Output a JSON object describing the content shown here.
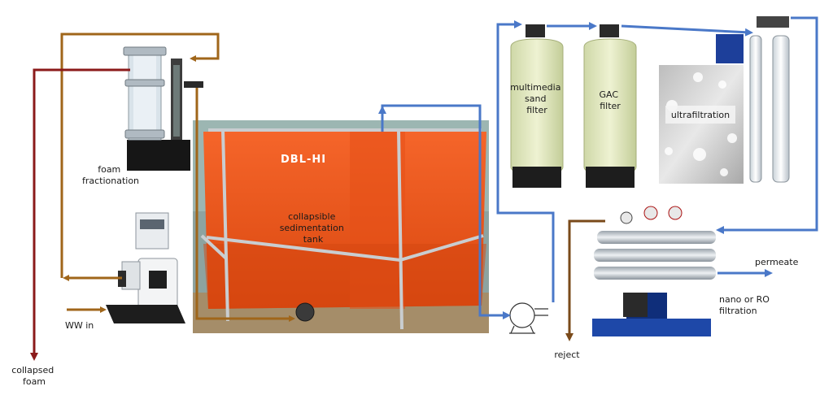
{
  "labels": {
    "foam_fractionation": [
      "foam",
      "fractionation"
    ],
    "ww_in": [
      "WW in"
    ],
    "collapsed_foam": [
      "collapsed",
      "foam"
    ],
    "sedimentation_tank": [
      "collapsible",
      "sedimentation",
      "tank"
    ],
    "multimedia_filter": [
      "multimedia",
      "sand",
      "filter"
    ],
    "gac_filter": [
      "GAC",
      "filter"
    ],
    "ultrafiltration": [
      "ultrafiltration"
    ],
    "permeate": [
      "permeate"
    ],
    "nano_ro": [
      "nano or RO",
      "filtration"
    ],
    "reject": [
      "reject"
    ]
  },
  "tank_brand": "DBL-HI",
  "colors": {
    "brown_flow": "#a0661a",
    "red_flow": "#8b1a1a",
    "blue_flow": "#4a78c8",
    "reject_flow": "#7a4a1a",
    "tank_orange": "#f05a1e",
    "ground": "#a58d69"
  }
}
